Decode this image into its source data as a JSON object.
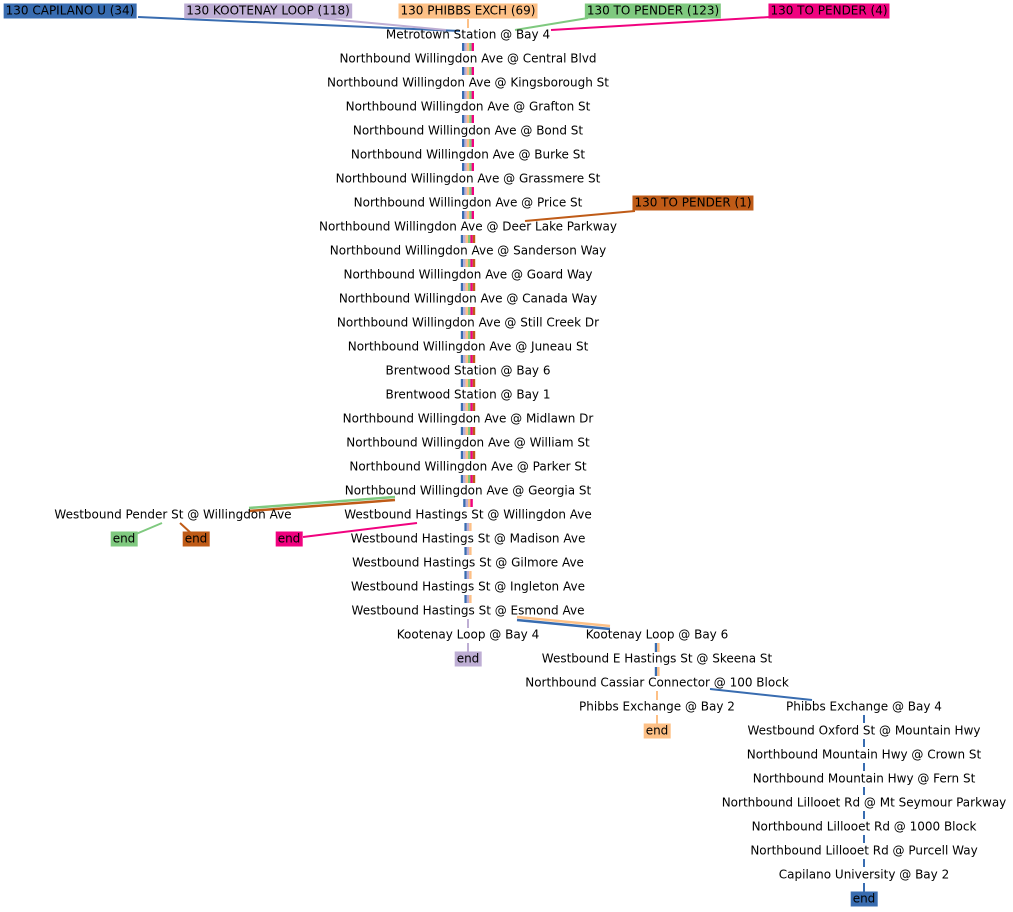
{
  "colors": {
    "capilano": "#386cb0",
    "kootenay": "#beaed4",
    "phibbs": "#fdc086",
    "pender123": "#7fc97f",
    "pender4": "#f0027f",
    "pender1": "#bf5b17"
  },
  "routes": [
    {
      "id": "capilano",
      "label": "130 CAPILANO U (34)"
    },
    {
      "id": "kootenay",
      "label": "130 KOOTENAY LOOP (118)"
    },
    {
      "id": "phibbs",
      "label": "130 PHIBBS EXCH (69)"
    },
    {
      "id": "pender123",
      "label": "130 TO PENDER (123)"
    },
    {
      "id": "pender4",
      "label": "130 TO PENDER (4)"
    },
    {
      "id": "pender1",
      "label": "130 TO PENDER (1)"
    }
  ],
  "stops": [
    {
      "id": "s0",
      "label": "Metrotown Station @ Bay 4"
    },
    {
      "id": "s1",
      "label": "Northbound Willingdon Ave @ Central Blvd"
    },
    {
      "id": "s2",
      "label": "Northbound Willingdon Ave @ Kingsborough St"
    },
    {
      "id": "s3",
      "label": "Northbound Willingdon Ave @ Grafton St"
    },
    {
      "id": "s4",
      "label": "Northbound Willingdon Ave @ Bond St"
    },
    {
      "id": "s5",
      "label": "Northbound Willingdon Ave @ Burke St"
    },
    {
      "id": "s6",
      "label": "Northbound Willingdon Ave @ Grassmere St"
    },
    {
      "id": "s7",
      "label": "Northbound Willingdon Ave @ Price St"
    },
    {
      "id": "s8",
      "label": "Northbound Willingdon Ave @ Deer Lake Parkway"
    },
    {
      "id": "s9",
      "label": "Northbound Willingdon Ave @ Sanderson Way"
    },
    {
      "id": "s10",
      "label": "Northbound Willingdon Ave @ Goard Way"
    },
    {
      "id": "s11",
      "label": "Northbound Willingdon Ave @ Canada Way"
    },
    {
      "id": "s12",
      "label": "Northbound Willingdon Ave @ Still Creek Dr"
    },
    {
      "id": "s13",
      "label": "Northbound Willingdon Ave @ Juneau St"
    },
    {
      "id": "s14",
      "label": "Brentwood Station @ Bay 6"
    },
    {
      "id": "s15",
      "label": "Brentwood Station @ Bay 1"
    },
    {
      "id": "s16",
      "label": "Northbound Willingdon Ave @ Midlawn Dr"
    },
    {
      "id": "s17",
      "label": "Northbound Willingdon Ave @ William St"
    },
    {
      "id": "s18",
      "label": "Northbound Willingdon Ave @ Parker St"
    },
    {
      "id": "s19",
      "label": "Northbound Willingdon Ave @ Georgia St"
    },
    {
      "id": "s20",
      "label": "Westbound Pender St @ Willingdon Ave"
    },
    {
      "id": "s21",
      "label": "Westbound Hastings St @ Willingdon Ave"
    },
    {
      "id": "s22",
      "label": "Westbound Hastings St @ Madison Ave"
    },
    {
      "id": "s23",
      "label": "Westbound Hastings St @ Gilmore Ave"
    },
    {
      "id": "s24",
      "label": "Westbound Hastings St @ Ingleton Ave"
    },
    {
      "id": "s25",
      "label": "Westbound Hastings St @ Esmond Ave"
    },
    {
      "id": "s26",
      "label": "Kootenay Loop @ Bay 4"
    },
    {
      "id": "s27",
      "label": "Kootenay Loop @ Bay 6"
    },
    {
      "id": "s28",
      "label": "Westbound E Hastings St @ Skeena St"
    },
    {
      "id": "s29",
      "label": "Northbound Cassiar Connector @ 100 Block"
    },
    {
      "id": "s30",
      "label": "Phibbs Exchange @ Bay 2"
    },
    {
      "id": "s31",
      "label": "Phibbs Exchange @ Bay 4"
    },
    {
      "id": "s32",
      "label": "Westbound Oxford St @ Mountain Hwy"
    },
    {
      "id": "s33",
      "label": "Northbound Mountain Hwy @ Crown St"
    },
    {
      "id": "s34",
      "label": "Northbound Mountain Hwy @ Fern St"
    },
    {
      "id": "s35",
      "label": "Northbound Lillooet Rd @ Mt Seymour Parkway"
    },
    {
      "id": "s36",
      "label": "Northbound Lillooet Rd @ 1000 Block"
    },
    {
      "id": "s37",
      "label": "Northbound Lillooet Rd @ Purcell Way"
    },
    {
      "id": "s38",
      "label": "Capilano University @ Bay 2"
    }
  ],
  "ends": [
    {
      "id": "e_pender123",
      "label": "end",
      "route": "pender123"
    },
    {
      "id": "e_pender1",
      "label": "end",
      "route": "pender1"
    },
    {
      "id": "e_pender4",
      "label": "end",
      "route": "pender4"
    },
    {
      "id": "e_kootenay",
      "label": "end",
      "route": "kootenay"
    },
    {
      "id": "e_phibbs",
      "label": "end",
      "route": "phibbs"
    },
    {
      "id": "e_capilano",
      "label": "end",
      "route": "capilano"
    }
  ]
}
